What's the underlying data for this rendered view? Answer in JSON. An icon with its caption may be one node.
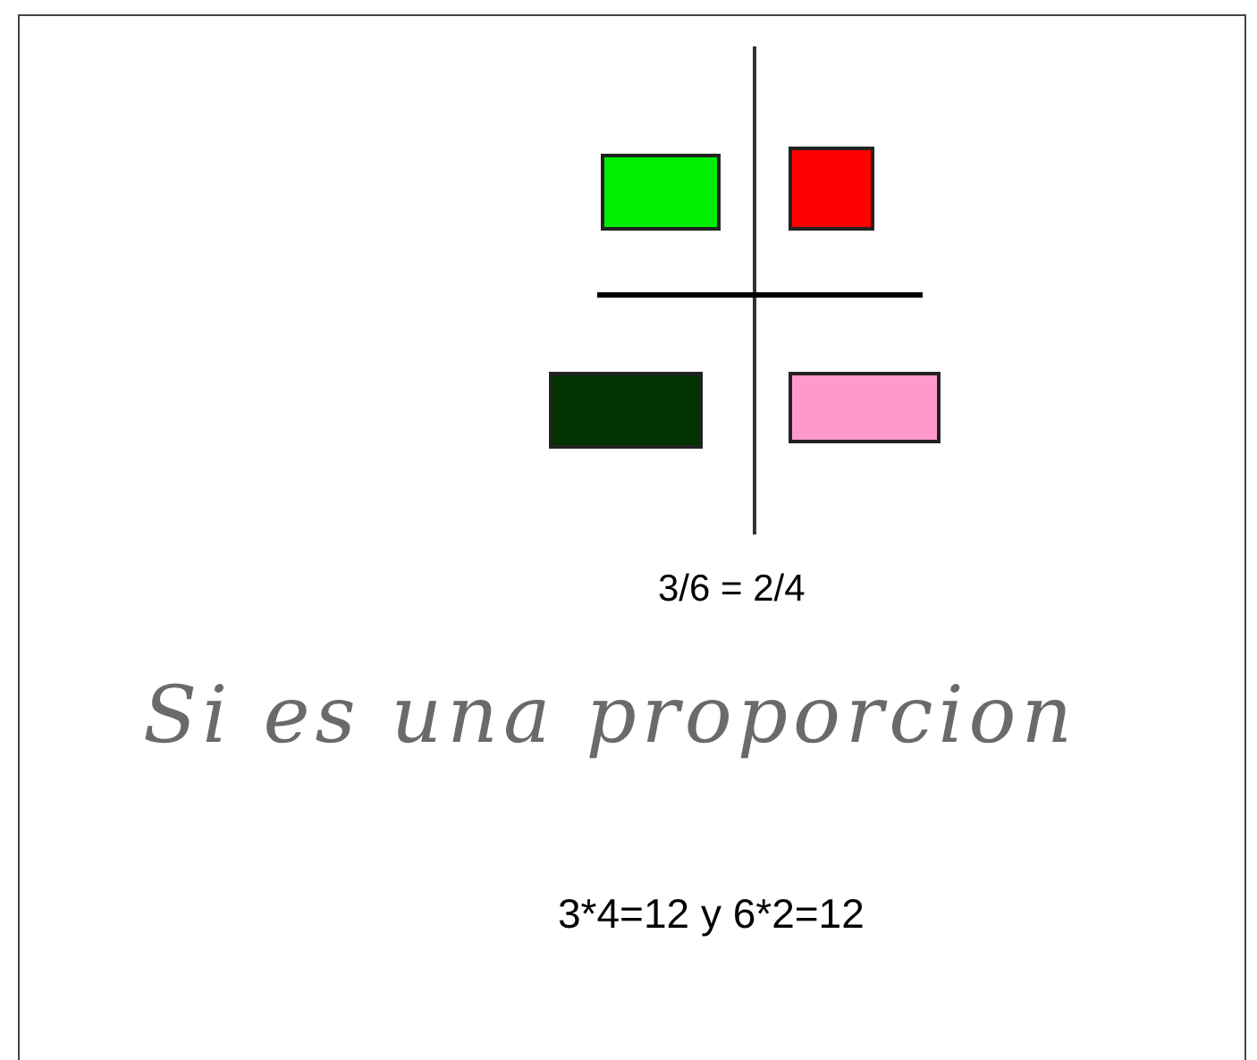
{
  "diagram": {
    "nodes": [
      {
        "text": [],
        "shape": "box"
      },
      {
        "text": [],
        "shape": "box"
      },
      {
        "text": [],
        "shape": "box"
      },
      {
        "text": [],
        "shape": "box"
      }
    ],
    "labels": [
      "3/6  = 2/4",
      "Si es una proporcion",
      "3*4=12 y 6*2=12"
    ]
  }
}
